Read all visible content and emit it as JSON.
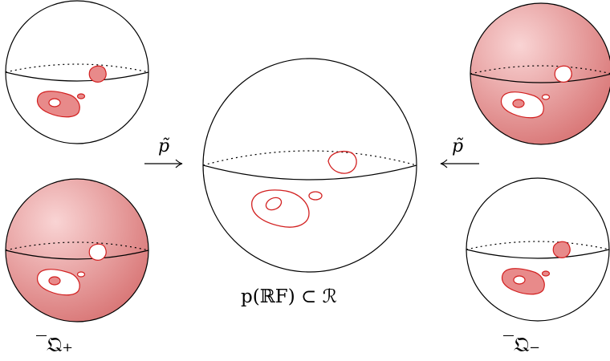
{
  "diagram": {
    "center_caption": "p(ℝF) ⊂ ℛ",
    "left_caption": "̅𝔔₊",
    "right_caption": "̅𝔔₋",
    "arrow_left_label": "p̃",
    "arrow_right_label": "p̃"
  },
  "colors": {
    "stroke": "#000000",
    "red_outline": "#d22020",
    "red_fill": "#e88a8a",
    "sphere_gradient_light": "#f9d4d4",
    "sphere_gradient_dark": "#d97777"
  }
}
